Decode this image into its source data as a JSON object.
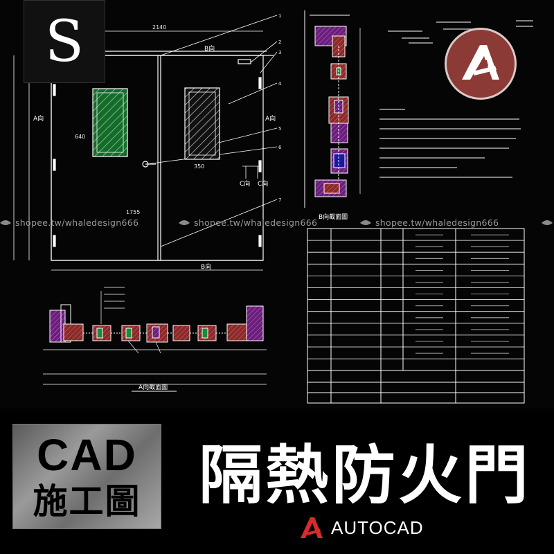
{
  "badge": {
    "letter": "S"
  },
  "watermark": {
    "text": "shopee.tw/whaledesign666"
  },
  "drawing": {
    "elevation": {
      "label_b_top": "B向",
      "label_b_bottom": "B向",
      "label_a_left": "A向",
      "label_a_right": "A向",
      "label_c_1": "C向",
      "label_c_2": "C向"
    },
    "section_a_title": "A向截面圖",
    "section_b_title": "B向截面圖"
  },
  "banner": {
    "cad_word": "CAD",
    "cad_sub": "施工圖",
    "title": "隔熱防火門",
    "autocad_label": "AUTOCAD"
  },
  "colors": {
    "background": "#000000",
    "cad_line": "#ffffff",
    "glass_green": "#1e8a3a",
    "insulation_purple": "#7a2a8a",
    "frame_red": "#c23a3a",
    "badge_red": "#8b3a36"
  }
}
